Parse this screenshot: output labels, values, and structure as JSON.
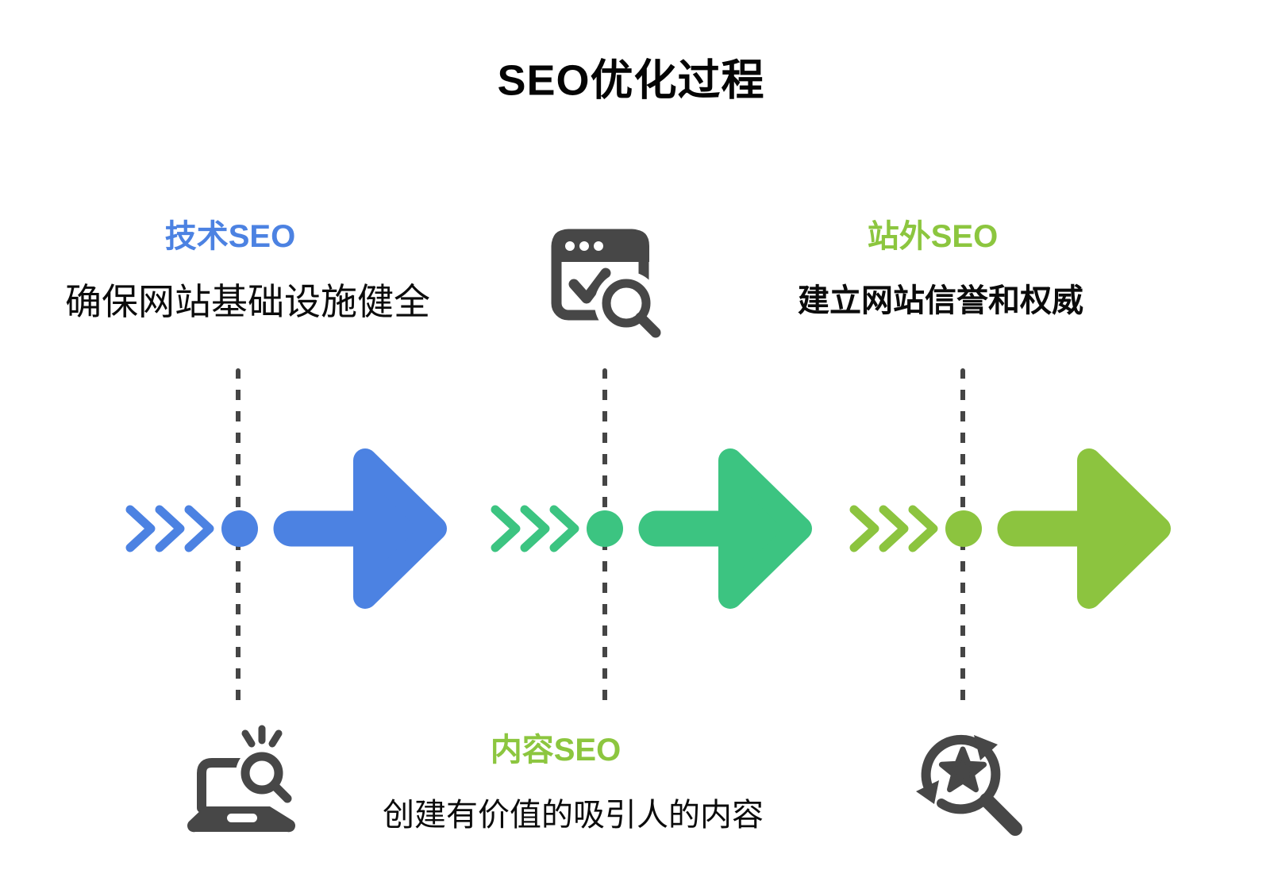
{
  "title": "SEO优化过程",
  "colors": {
    "stage1_accent": "#4c82e2",
    "stage2_accent": "#3cc481",
    "stage3_accent": "#8cc43f",
    "heading_blue": "#4c82e2",
    "heading_green": "#8cc63f",
    "icon_gray": "#474747",
    "text_color": "#0b0b0b",
    "background": "#ffffff"
  },
  "stages": [
    {
      "label": "技术SEO",
      "description": "确保网站基础设施健全",
      "accent": "#4c82e2",
      "icon": "laptop-search"
    },
    {
      "label": "内容SEO",
      "description": "创建有价值的吸引人的内容",
      "accent": "#3cc481",
      "icon": "browser-check-search"
    },
    {
      "label": "站外SEO",
      "description": "建立网站信誉和权威",
      "accent": "#8cc43f",
      "icon": "star-search-refresh"
    }
  ]
}
